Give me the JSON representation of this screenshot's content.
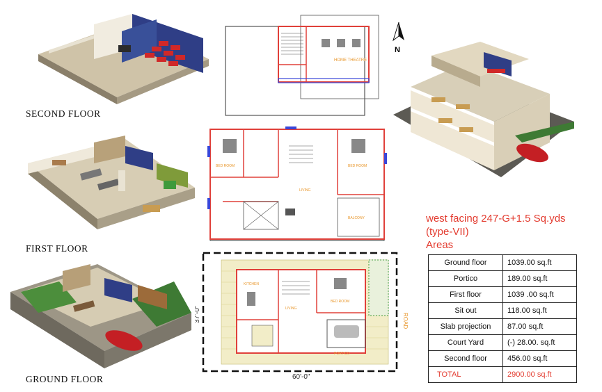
{
  "floor_labels": {
    "second": "SECOND FLOOR",
    "first": "FIRST FLOOR",
    "ground": "GROUND FLOOR"
  },
  "north_label": "N",
  "title": {
    "line1": "west facing 247-G+1.5 Sq.yds",
    "line2": "(type-VII)",
    "line3": "Areas"
  },
  "areas": [
    {
      "name": "Ground floor",
      "value": "1039.00 sq.ft"
    },
    {
      "name": "Portico",
      "value": "189.00 sq.ft"
    },
    {
      "name": "First floor",
      "value": "1039 .00 sq.ft"
    },
    {
      "name": "Sit out",
      "value": "118.00 sq.ft"
    },
    {
      "name": "Slab projection",
      "value": "87.00   sq.ft"
    },
    {
      "name": "Court Yard",
      "value": "(-) 28.00.  sq.ft"
    },
    {
      "name": "Second floor",
      "value": "456.00 sq.ft"
    },
    {
      "name": "TOTAL",
      "value": "2900.00 sq.ft"
    }
  ],
  "dimensions": {
    "width": "60'-0\"",
    "depth": "37'-0\"",
    "road": "ROAD"
  },
  "colors": {
    "accent_red": "#e33b2f",
    "wall_red": "#e0403a",
    "wall_blue": "#3a46d8",
    "furniture_orange": "#e8962a",
    "lawn_green": "#3e9a3c"
  }
}
